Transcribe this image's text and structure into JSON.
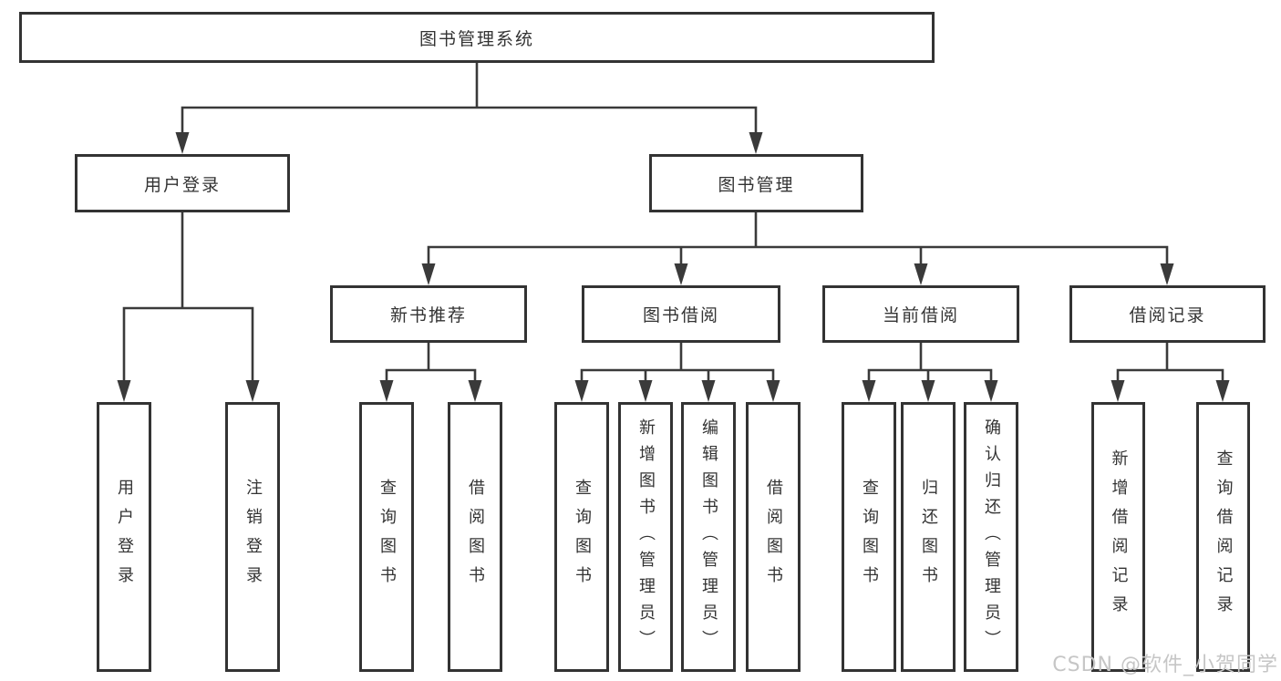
{
  "diagram": {
    "title": "图书管理系统",
    "root": {
      "label": "图书管理系统"
    },
    "level2": [
      {
        "label": "用户登录"
      },
      {
        "label": "图书管理"
      }
    ],
    "level3": [
      {
        "label": "新书推荐"
      },
      {
        "label": "图书借阅"
      },
      {
        "label": "当前借阅"
      },
      {
        "label": "借阅记录"
      }
    ],
    "leaves": {
      "user_login": [
        "用户登录",
        "注销登录"
      ],
      "new_book": [
        "查询图书",
        "借阅图书"
      ],
      "book_borrow": [
        "查询图书",
        "新增图书（管理员）",
        "编辑图书（管理员）",
        "借阅图书"
      ],
      "current_borrow": [
        "查询图书",
        "归还图书",
        "确认归还（管理员）"
      ],
      "borrow_records": [
        "新增借阅记录",
        "查询借阅记录"
      ]
    }
  },
  "watermark": {
    "text": "CSDN @软件_小贺同学"
  },
  "colors": {
    "line": "#3a3a3a",
    "box_border": "#333333",
    "box_fill": "#ffffff",
    "text": "#333333",
    "watermark": "#c6c6c6"
  }
}
